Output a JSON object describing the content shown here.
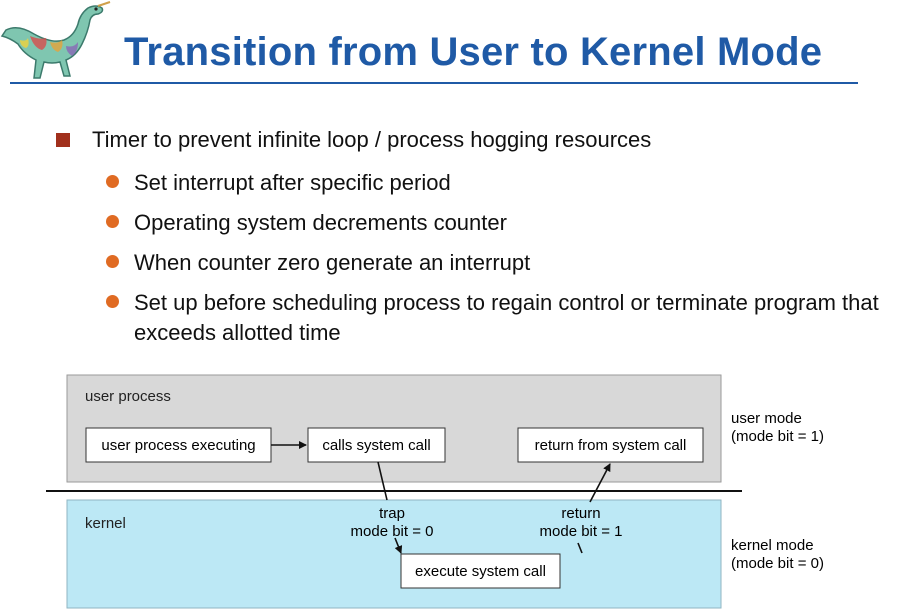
{
  "slide": {
    "title": "Transition from User to Kernel Mode",
    "bullet": "Timer to prevent infinite loop / process hogging resources",
    "sub_bullets": [
      "Set interrupt after specific period",
      "Operating system decrements counter",
      "When counter zero generate an interrupt",
      "Set up before scheduling process to regain control or terminate program that exceeds allotted time"
    ]
  },
  "diagram": {
    "user_region_label": "user process",
    "kernel_region_label": "kernel",
    "boxes": {
      "user_process_executing": "user process executing",
      "calls_system_call": "calls system call",
      "return_from_system_call": "return from system call",
      "execute_system_call": "execute system call"
    },
    "trap_label": [
      "trap",
      "mode bit = 0"
    ],
    "return_label": [
      "return",
      "mode bit = 1"
    ],
    "user_mode_label": [
      "user mode",
      "(mode bit = 1)"
    ],
    "kernel_mode_label": [
      "kernel mode",
      "(mode bit = 0)"
    ],
    "colors": {
      "user_region": "#d8d8d8",
      "kernel_region": "#bce8f5",
      "title": "#1f5aa6",
      "square_bullet": "#a1301c",
      "round_bullet": "#e06b23"
    }
  }
}
